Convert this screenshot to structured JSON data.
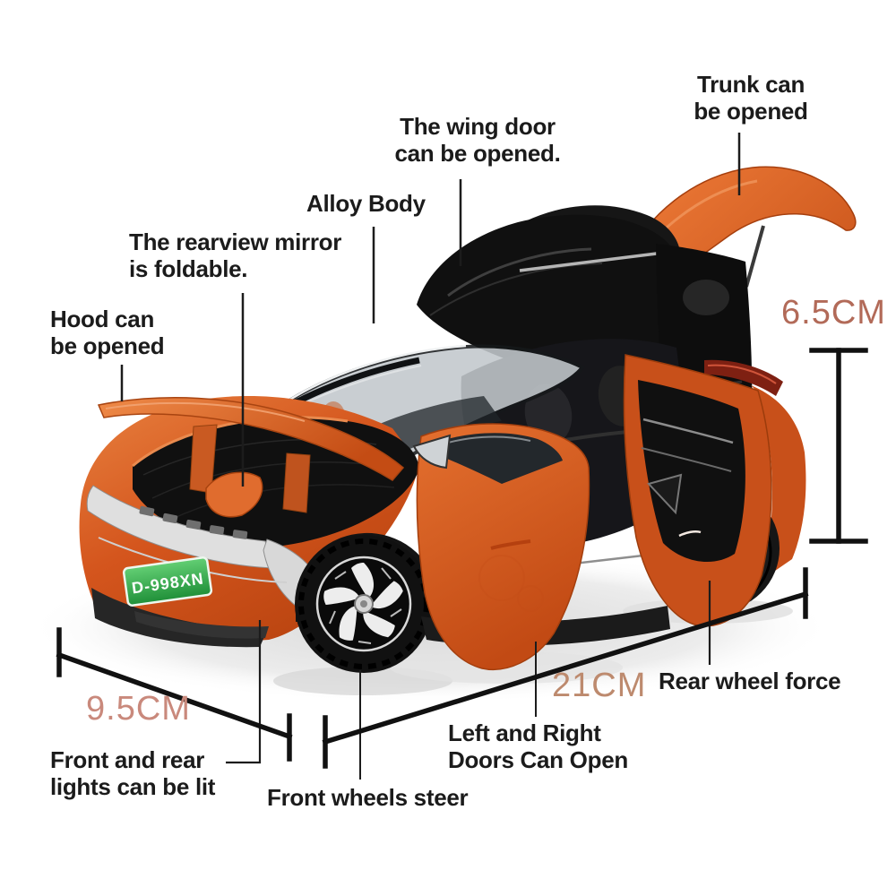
{
  "annotations": {
    "trunk": {
      "text": "Trunk can\nbe opened"
    },
    "wing_door": {
      "text": "The wing door\ncan be opened."
    },
    "alloy_body": {
      "text": "Alloy Body"
    },
    "rearview_mirror": {
      "text": "The rearview mirror\nis foldable."
    },
    "hood": {
      "text": "Hood can\nbe opened"
    },
    "front_rear_lights": {
      "text": "Front and rear\nlights can be lit"
    },
    "front_wheels": {
      "text": "Front wheels steer"
    },
    "doors": {
      "text": "Left and Right\nDoors Can Open"
    },
    "rear_wheel": {
      "text": "Rear wheel force"
    }
  },
  "dimensions": {
    "height": {
      "label": "6.5CM",
      "color": "#b26a58"
    },
    "front": {
      "label": "9.5CM",
      "color": "#c9897c"
    },
    "length": {
      "label": "21CM",
      "color": "#bd8a6e"
    }
  },
  "car": {
    "license_plate": "D-998XN",
    "colors": {
      "body_orange": "#d4551d",
      "interior_black": "#121212",
      "plate_green": "#2fa043",
      "annotation_text": "#1b1b1b",
      "dimension_line": "#111111"
    }
  }
}
